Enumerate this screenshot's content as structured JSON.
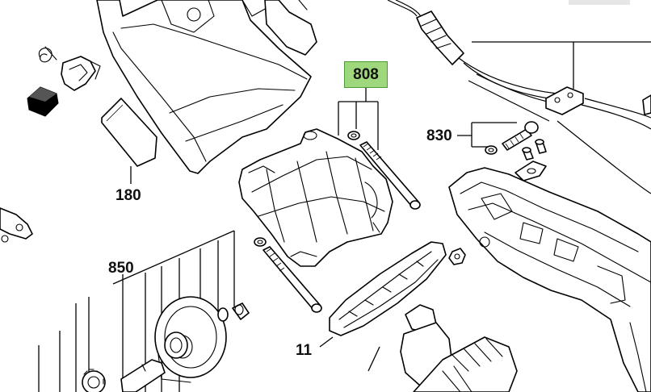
{
  "labels": {
    "highlighted": "808",
    "l830": "830",
    "l180": "180",
    "l850": "850",
    "l11": "11"
  },
  "colors": {
    "highlight_fill": "#9fd87c",
    "highlight_border": "#4d9a37",
    "line": "#000000"
  }
}
